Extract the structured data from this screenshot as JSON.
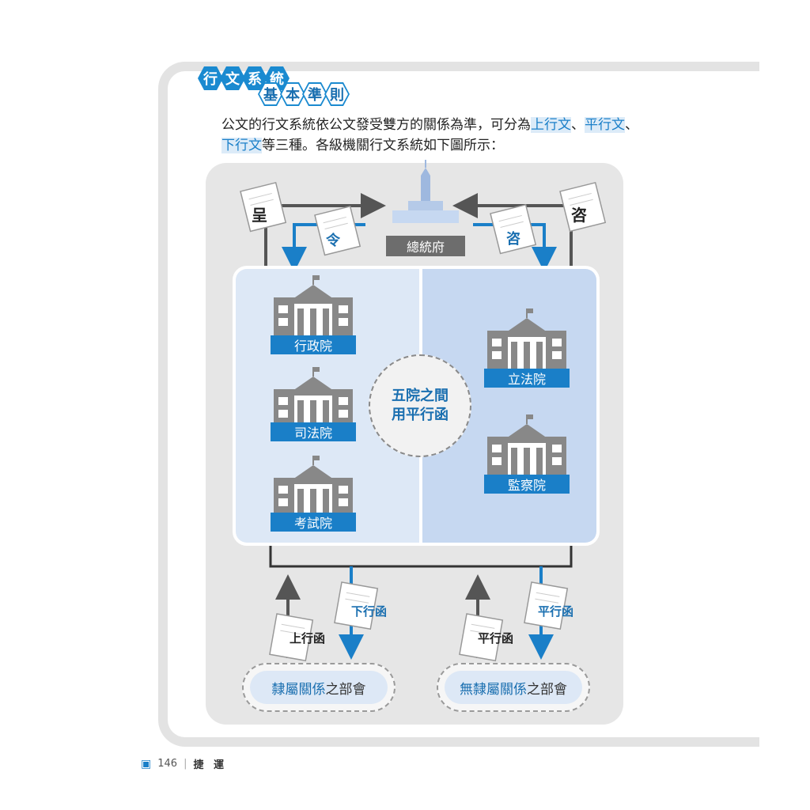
{
  "heading": {
    "line1": [
      "行",
      "文",
      "系",
      "統"
    ],
    "line2": [
      "基",
      "本",
      "準",
      "則"
    ]
  },
  "intro": {
    "line1_a": "公文的行文系統依公文發受雙方的關係為準，可分為",
    "up": "上行文",
    "sep1": "、",
    "parallel": "平行文",
    "sep2": "、",
    "down": "下行文",
    "line2_b": "等三種。各級機關行文系統如下圖所示："
  },
  "diagram": {
    "president": "總統府",
    "doc_cheng": "呈",
    "doc_ling": "令",
    "doc_zi_right": "咨",
    "doc_zi_inner": "咨",
    "yuans_left": [
      "行政院",
      "司法院",
      "考試院"
    ],
    "yuans_right": [
      "立法院",
      "監察院"
    ],
    "center_line1": "五院之間",
    "center_line2": "用平行函",
    "left_up_label": "上行函",
    "left_down_label": "下行函",
    "right_up_label": "平行函",
    "right_down_label": "平行函",
    "pill_left": {
      "a": "隸屬關係",
      "b": "之部會"
    },
    "pill_right": {
      "a": "無隸屬關係",
      "b": "之部會"
    },
    "colors": {
      "blue": "#1a7fc8",
      "arrow_dark": "#555555",
      "panel": "#e6e6e6"
    }
  },
  "footer": {
    "page": "146",
    "title": "捷 運"
  }
}
